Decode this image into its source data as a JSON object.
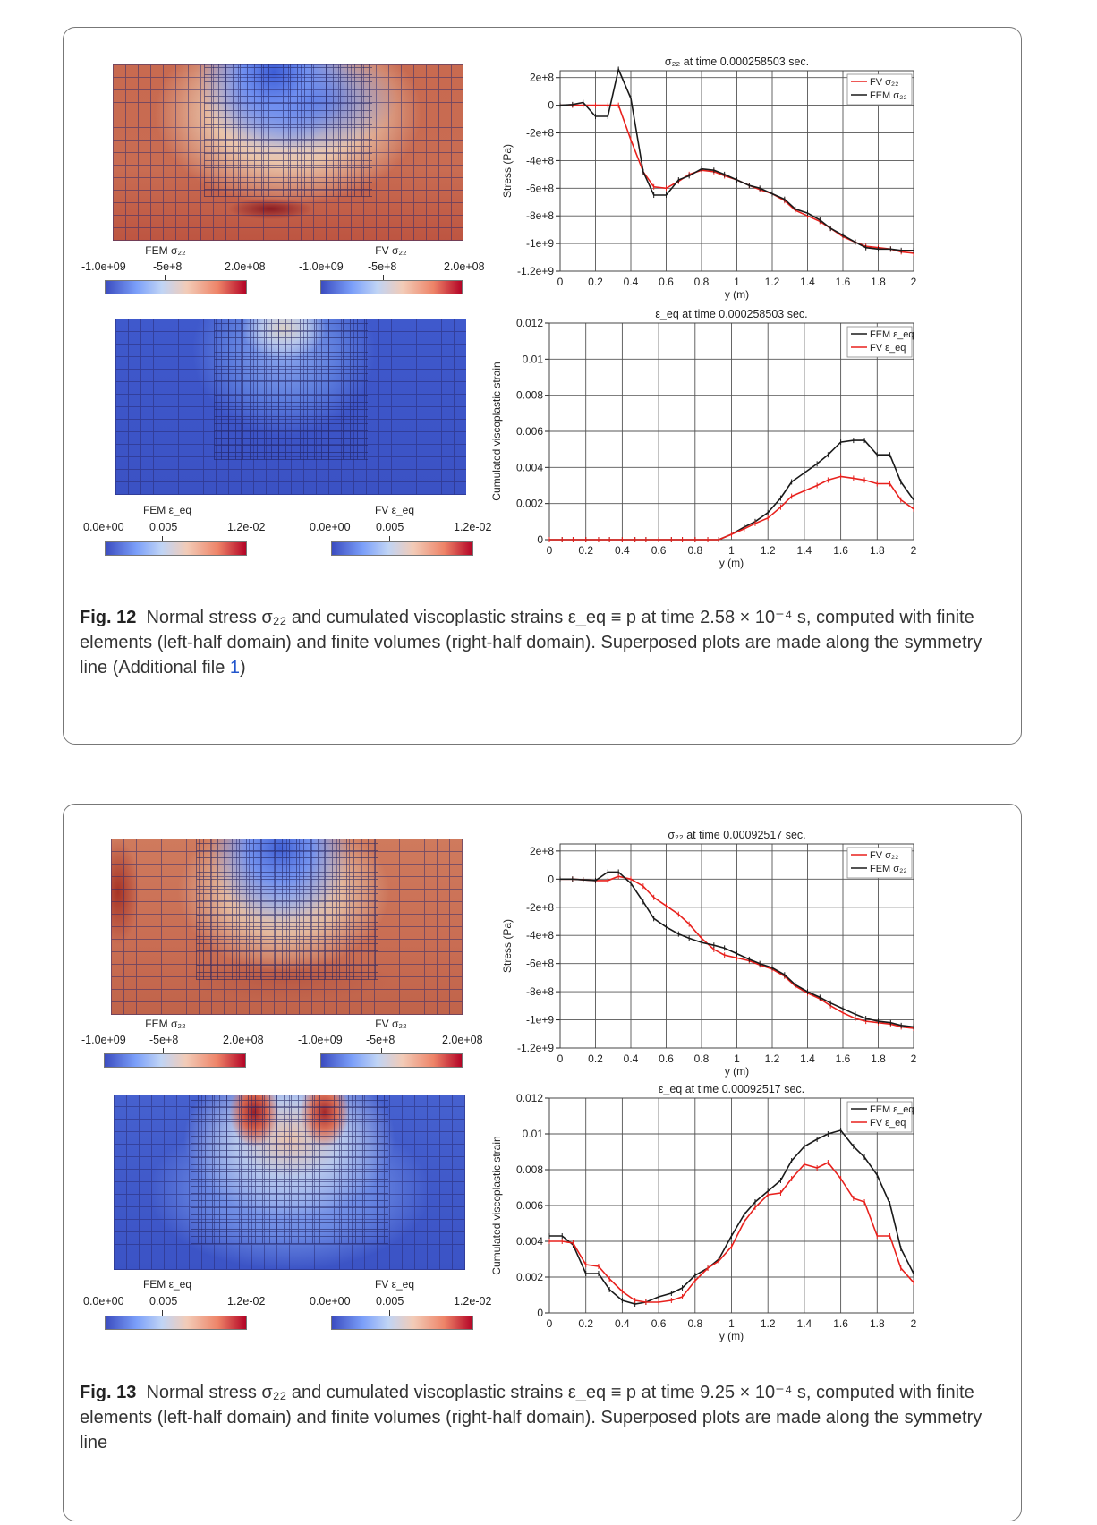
{
  "figures": [
    {
      "id": "fig12",
      "colorbars": {
        "stress_fem_title": "FEM σ₂₂",
        "stress_fv_title": "FV σ₂₂",
        "stress_ticks": [
          "-1.0e+09",
          "-5e+8",
          "2.0e+08"
        ],
        "strain_fem_title": "FEM ε_eq",
        "strain_fv_title": "FV ε_eq",
        "strain_ticks": [
          "0.0e+00",
          "0.005",
          "1.2e-02"
        ]
      },
      "caption": {
        "label": "Fig. 12",
        "text": "Normal stress σ₂₂ and cumulated viscoplastic strains ε_eq ≡ p at time 2.58 × 10⁻⁴ s, computed with finite elements (left-half domain) and finite volumes (right-half domain). Superposed plots are made along the symmetry line (Additional file ",
        "ref": "1",
        "tail": ")"
      },
      "chart_data": [
        {
          "type": "line",
          "title": "σ₂₂ at time 0.000258503 sec.",
          "xlabel": "y (m)",
          "ylabel": "Stress (Pa)",
          "xlim": [
            0,
            2
          ],
          "ylim": [
            -1200000000.0,
            250000000.0
          ],
          "xticks": [
            0,
            0.2,
            0.4,
            0.6,
            0.8,
            1,
            1.2,
            1.4,
            1.6,
            1.8,
            2
          ],
          "xtick_labels": [
            "0",
            "0.2",
            "0.4",
            "0.6",
            "0.8",
            "1",
            "1.2",
            "1.4",
            "1.6",
            "1.8",
            "2"
          ],
          "yticks": [
            200000000.0,
            0,
            -200000000.0,
            -400000000.0,
            -600000000.0,
            -800000000.0,
            -1000000000.0,
            -1200000000.0
          ],
          "ytick_labels": [
            "2e+8",
            "0",
            "-2e+8",
            "-4e+8",
            "-6e+8",
            "-8e+8",
            "-1e+9",
            "-1.2e+9"
          ],
          "legend_position": "top-right",
          "legend": [
            "FV σ₂₂",
            "FEM σ₂₂"
          ],
          "x": [
            0,
            0.07,
            0.13,
            0.2,
            0.27,
            0.33,
            0.4,
            0.47,
            0.53,
            0.6,
            0.67,
            0.73,
            0.8,
            0.87,
            0.93,
            1.0,
            1.07,
            1.13,
            1.2,
            1.27,
            1.33,
            1.4,
            1.47,
            1.53,
            1.6,
            1.67,
            1.73,
            1.8,
            1.87,
            1.93,
            2.0
          ],
          "series": [
            {
              "name": "FV σ₂₂",
              "color": "#e8211d",
              "values": [
                0,
                0,
                0,
                0,
                0,
                0,
                -250000000.0,
                -480000000.0,
                -590000000.0,
                -600000000.0,
                -550000000.0,
                -500000000.0,
                -470000000.0,
                -480000000.0,
                -510000000.0,
                -540000000.0,
                -580000000.0,
                -610000000.0,
                -640000000.0,
                -690000000.0,
                -760000000.0,
                -800000000.0,
                -840000000.0,
                -890000000.0,
                -950000000.0,
                -990000000.0,
                -1020000000.0,
                -1030000000.0,
                -1040000000.0,
                -1060000000.0,
                -1070000000.0
              ]
            },
            {
              "name": "FEM σ₂₂",
              "color": "#1a1a1a",
              "values": [
                0,
                5000000.0,
                20000000.0,
                -80000000.0,
                -80000000.0,
                260000000.0,
                50000000.0,
                -480000000.0,
                -650000000.0,
                -650000000.0,
                -540000000.0,
                -510000000.0,
                -460000000.0,
                -470000000.0,
                -500000000.0,
                -540000000.0,
                -580000000.0,
                -600000000.0,
                -640000000.0,
                -680000000.0,
                -750000000.0,
                -780000000.0,
                -830000000.0,
                -890000000.0,
                -940000000.0,
                -990000000.0,
                -1030000000.0,
                -1040000000.0,
                -1040000000.0,
                -1050000000.0,
                -1050000000.0
              ]
            }
          ]
        },
        {
          "type": "line",
          "title": "ε_eq at time 0.000258503 sec.",
          "xlabel": "y (m)",
          "ylabel": "Cumulated viscoplastic strain",
          "xlim": [
            0,
            2
          ],
          "ylim": [
            0,
            0.012
          ],
          "xticks": [
            0,
            0.2,
            0.4,
            0.6,
            0.8,
            1,
            1.2,
            1.4,
            1.6,
            1.8,
            2
          ],
          "xtick_labels": [
            "0",
            "0.2",
            "0.4",
            "0.6",
            "0.8",
            "1",
            "1.2",
            "1.4",
            "1.6",
            "1.8",
            "2"
          ],
          "yticks": [
            0,
            0.002,
            0.004,
            0.006,
            0.008,
            0.01,
            0.012
          ],
          "ytick_labels": [
            "0",
            "0.002",
            "0.004",
            "0.006",
            "0.008",
            "0.01",
            "0.012"
          ],
          "legend_position": "top-right",
          "legend": [
            "FEM ε_eq",
            "FV ε_eq"
          ],
          "x": [
            0,
            0.07,
            0.13,
            0.2,
            0.27,
            0.33,
            0.4,
            0.47,
            0.53,
            0.6,
            0.67,
            0.73,
            0.8,
            0.87,
            0.93,
            1.0,
            1.07,
            1.13,
            1.2,
            1.27,
            1.33,
            1.4,
            1.47,
            1.53,
            1.6,
            1.67,
            1.73,
            1.8,
            1.87,
            1.93,
            2.0
          ],
          "series": [
            {
              "name": "FEM ε_eq",
              "color": "#1a1a1a",
              "values": [
                0,
                0,
                0,
                0,
                0,
                0,
                0,
                0,
                0,
                0,
                0,
                0,
                0,
                0,
                0,
                0.0003,
                0.0007,
                0.001,
                0.0015,
                0.0023,
                0.0032,
                0.0037,
                0.0042,
                0.0047,
                0.0054,
                0.0055,
                0.0055,
                0.0047,
                0.0047,
                0.0032,
                0.0022
              ]
            },
            {
              "name": "FV ε_eq",
              "color": "#e8211d",
              "values": [
                0,
                0,
                0,
                0,
                0,
                0,
                0,
                0,
                0,
                0,
                0,
                0,
                0,
                0,
                0,
                0.0003,
                0.0006,
                0.0009,
                0.0012,
                0.0018,
                0.0024,
                0.0027,
                0.003,
                0.0033,
                0.0035,
                0.0034,
                0.0033,
                0.0031,
                0.0031,
                0.0022,
                0.0017
              ]
            }
          ]
        }
      ]
    },
    {
      "id": "fig13",
      "colorbars": {
        "stress_fem_title": "FEM σ₂₂",
        "stress_fv_title": "FV σ₂₂",
        "stress_ticks": [
          "-1.0e+09",
          "-5e+8",
          "2.0e+08"
        ],
        "strain_fem_title": "FEM ε_eq",
        "strain_fv_title": "FV ε_eq",
        "strain_ticks": [
          "0.0e+00",
          "0.005",
          "1.2e-02"
        ]
      },
      "caption": {
        "label": "Fig. 13",
        "text": "Normal stress σ₂₂ and cumulated viscoplastic strains ε_eq ≡ p at time 9.25 × 10⁻⁴ s, computed with finite elements (left-half domain) and finite volumes (right-half domain). Superposed plots are made along the symmetry line",
        "ref": "",
        "tail": ""
      },
      "chart_data": [
        {
          "type": "line",
          "title": "σ₂₂ at time 0.00092517 sec.",
          "xlabel": "y (m)",
          "ylabel": "Stress (Pa)",
          "xlim": [
            0,
            2
          ],
          "ylim": [
            -1200000000.0,
            250000000.0
          ],
          "xticks": [
            0,
            0.2,
            0.4,
            0.6,
            0.8,
            1,
            1.2,
            1.4,
            1.6,
            1.8,
            2
          ],
          "xtick_labels": [
            "0",
            "0.2",
            "0.4",
            "0.6",
            "0.8",
            "1",
            "1.2",
            "1.4",
            "1.6",
            "1.8",
            "2"
          ],
          "yticks": [
            200000000.0,
            0,
            -200000000.0,
            -400000000.0,
            -600000000.0,
            -800000000.0,
            -1000000000.0,
            -1200000000.0
          ],
          "ytick_labels": [
            "2e+8",
            "0",
            "-2e+8",
            "-4e+8",
            "-6e+8",
            "-8e+8",
            "-1e+9",
            "-1.2e+9"
          ],
          "legend_position": "top-right",
          "legend": [
            "FV σ₂₂",
            "FEM σ₂₂"
          ],
          "x": [
            0,
            0.07,
            0.13,
            0.2,
            0.27,
            0.33,
            0.4,
            0.47,
            0.53,
            0.6,
            0.67,
            0.73,
            0.8,
            0.87,
            0.93,
            1.0,
            1.07,
            1.13,
            1.2,
            1.27,
            1.33,
            1.4,
            1.47,
            1.53,
            1.6,
            1.67,
            1.73,
            1.8,
            1.87,
            1.93,
            2.0
          ],
          "series": [
            {
              "name": "FV σ₂₂",
              "color": "#e8211d",
              "values": [
                0,
                0,
                -5000000.0,
                -10000000.0,
                -10000000.0,
                20000000.0,
                0,
                -50000000.0,
                -130000000.0,
                -190000000.0,
                -250000000.0,
                -320000000.0,
                -420000000.0,
                -500000000.0,
                -540000000.0,
                -560000000.0,
                -580000000.0,
                -610000000.0,
                -640000000.0,
                -690000000.0,
                -760000000.0,
                -810000000.0,
                -850000000.0,
                -900000000.0,
                -950000000.0,
                -990000000.0,
                -1010000000.0,
                -1020000000.0,
                -1030000000.0,
                -1050000000.0,
                -1060000000.0
              ]
            },
            {
              "name": "FEM σ₂₂",
              "color": "#1a1a1a",
              "values": [
                0,
                0,
                -5000000.0,
                -10000000.0,
                50000000.0,
                50000000.0,
                -30000000.0,
                -160000000.0,
                -280000000.0,
                -340000000.0,
                -390000000.0,
                -420000000.0,
                -450000000.0,
                -470000000.0,
                -490000000.0,
                -530000000.0,
                -570000000.0,
                -600000000.0,
                -630000000.0,
                -680000000.0,
                -750000000.0,
                -800000000.0,
                -840000000.0,
                -880000000.0,
                -920000000.0,
                -960000000.0,
                -990000000.0,
                -1010000000.0,
                -1020000000.0,
                -1040000000.0,
                -1050000000.0
              ]
            }
          ]
        },
        {
          "type": "line",
          "title": "ε_eq at time 0.00092517 sec.",
          "xlabel": "y (m)",
          "ylabel": "Cumulated viscoplastic strain",
          "xlim": [
            0,
            2
          ],
          "ylim": [
            0,
            0.012
          ],
          "xticks": [
            0,
            0.2,
            0.4,
            0.6,
            0.8,
            1,
            1.2,
            1.4,
            1.6,
            1.8,
            2
          ],
          "xtick_labels": [
            "0",
            "0.2",
            "0.4",
            "0.6",
            "0.8",
            "1",
            "1.2",
            "1.4",
            "1.6",
            "1.8",
            "2"
          ],
          "yticks": [
            0,
            0.002,
            0.004,
            0.006,
            0.008,
            0.01,
            0.012
          ],
          "ytick_labels": [
            "0",
            "0.002",
            "0.004",
            "0.006",
            "0.008",
            "0.01",
            "0.012"
          ],
          "legend_position": "top-right",
          "legend": [
            "FEM ε_eq",
            "FV ε_eq"
          ],
          "x": [
            0,
            0.07,
            0.13,
            0.2,
            0.27,
            0.33,
            0.4,
            0.47,
            0.53,
            0.6,
            0.67,
            0.73,
            0.8,
            0.87,
            0.93,
            1.0,
            1.07,
            1.13,
            1.2,
            1.27,
            1.33,
            1.4,
            1.47,
            1.53,
            1.6,
            1.67,
            1.73,
            1.8,
            1.87,
            1.93,
            2.0
          ],
          "series": [
            {
              "name": "FEM ε_eq",
              "color": "#1a1a1a",
              "values": [
                0.0043,
                0.0043,
                0.0038,
                0.0022,
                0.0022,
                0.0013,
                0.0007,
                0.0005,
                0.0006,
                0.0009,
                0.0011,
                0.0014,
                0.0021,
                0.0025,
                0.003,
                0.0043,
                0.0055,
                0.0062,
                0.0068,
                0.0074,
                0.0085,
                0.0093,
                0.0097,
                0.01,
                0.0102,
                0.0093,
                0.0087,
                0.0077,
                0.0061,
                0.0036,
                0.0022
              ]
            },
            {
              "name": "FV ε_eq",
              "color": "#e8211d",
              "values": [
                0.004,
                0.004,
                0.0039,
                0.0027,
                0.0026,
                0.0019,
                0.0012,
                0.0007,
                0.0006,
                0.0006,
                0.0007,
                0.0009,
                0.0018,
                0.0025,
                0.0029,
                0.0037,
                0.0051,
                0.0059,
                0.0066,
                0.0067,
                0.0075,
                0.0083,
                0.0081,
                0.0084,
                0.0075,
                0.0064,
                0.0062,
                0.0043,
                0.0043,
                0.0025,
                0.0017
              ]
            }
          ]
        }
      ]
    }
  ]
}
